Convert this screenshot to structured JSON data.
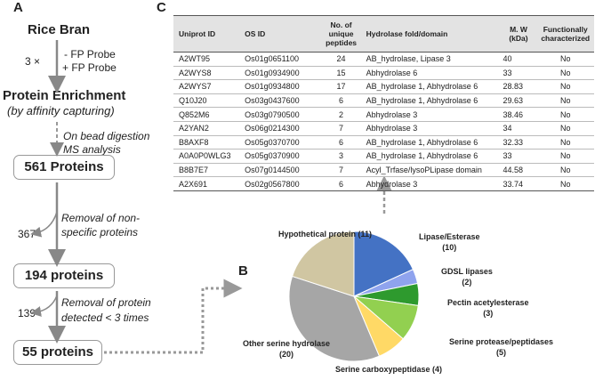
{
  "panels": {
    "a": "A",
    "b": "B",
    "c": "C"
  },
  "flow": {
    "rice_bran": "Rice Bran",
    "multiplier": "3 ×",
    "minus_probe": "- FP Probe",
    "plus_probe": "+ FP Probe",
    "protein_enrichment": "Protein Enrichment",
    "affinity_note": "(by affinity capturing)",
    "digestion_line1": "On bead digestion",
    "digestion_line2": "MS analysis",
    "box1": "561 Proteins",
    "removed1_count": "367",
    "removed1_line1": "Removal of non-",
    "removed1_line2": "specific proteins",
    "box2": "194 proteins",
    "removed2_count": "139",
    "removed2_line1": "Removal of protein",
    "removed2_line2": "detected < 3 times",
    "box3": "55 proteins"
  },
  "table": {
    "headers": {
      "uniprot": "Uniprot ID",
      "os": "OS ID",
      "peptides_l1": "No. of",
      "peptides_l2": "unique",
      "peptides_l3": "peptides",
      "fold": "Hydrolase fold/domain",
      "mw_l1": "M. W",
      "mw_l2": "(kDa)",
      "func_l1": "Functionally",
      "func_l2": "characterized"
    },
    "rows": [
      {
        "uniprot": "A2WT95",
        "os": "Os01g0651100",
        "peptides": "24",
        "fold": "AB_hydrolase, Lipase 3",
        "mw": "40",
        "func": "No"
      },
      {
        "uniprot": "A2WYS8",
        "os": "Os01g0934900",
        "peptides": "15",
        "fold": "Abhydrolase 6",
        "mw": "33",
        "func": "No"
      },
      {
        "uniprot": "A2WYS7",
        "os": "Os01g0934800",
        "peptides": "17",
        "fold": "AB_hydrolase 1,  Abhydrolase 6",
        "mw": "28.83",
        "func": "No"
      },
      {
        "uniprot": "Q10J20",
        "os": "Os03g0437600",
        "peptides": "6",
        "fold": "AB_hydrolase 1,  Abhydrolase 6",
        "mw": "29.63",
        "func": "No"
      },
      {
        "uniprot": "Q852M6",
        "os": "Os03g0790500",
        "peptides": "2",
        "fold": "Abhydrolase 3",
        "mw": "38.46",
        "func": "No"
      },
      {
        "uniprot": "A2YAN2",
        "os": "Os06g0214300",
        "peptides": "7",
        "fold": "Abhydrolase 3",
        "mw": "34",
        "func": "No"
      },
      {
        "uniprot": "B8AXF8",
        "os": "Os05g0370700",
        "peptides": "6",
        "fold": "AB_hydrolase 1,  Abhydrolase 6",
        "mw": "32.33",
        "func": "No"
      },
      {
        "uniprot": "A0A0P0WLG3",
        "os": "Os05g0370900",
        "peptides": "3",
        "fold": "AB_hydrolase 1,  Abhydrolase 6",
        "mw": "33",
        "func": "No"
      },
      {
        "uniprot": "B8B7E7",
        "os": "Os07g0144500",
        "peptides": "7",
        "fold": "Acyl_Trfase/lysoPLipase domain",
        "mw": "44.58",
        "func": "No"
      },
      {
        "uniprot": "A2X691",
        "os": "Os02g0567800",
        "peptides": "6",
        "fold": "Abhydrolase 3",
        "mw": "33.74",
        "func": "No"
      }
    ]
  },
  "pie": {
    "slices": [
      {
        "name": "Lipase/Esterase",
        "count": 10,
        "color": "#4472c4"
      },
      {
        "name": "GDSL lipases",
        "count": 2,
        "color": "#8fa3ee"
      },
      {
        "name": "Pectin acetylesterase",
        "count": 3,
        "color": "#2e9a2e"
      },
      {
        "name": "Serine protease/peptidases",
        "count": 5,
        "color": "#92d050"
      },
      {
        "name": "Serine carboxypeptidase",
        "count": 4,
        "color": "#ffd966"
      },
      {
        "name": "Other serine hydrolase",
        "count": 20,
        "color": "#a6a6a6"
      },
      {
        "name": "Hypothetical protein",
        "count": 11,
        "color": "#d0c6a2"
      }
    ],
    "labels": {
      "lipase_l1": "Lipase/Esterase",
      "lipase_l2": "(10)",
      "gdsl_l1": "GDSL lipases",
      "gdsl_l2": "(2)",
      "pectin_l1": "Pectin acetylesterase",
      "pectin_l2": "(3)",
      "protease_l1": "Serine protease/peptidases",
      "protease_l2": "(5)",
      "carboxy": "Serine carboxypeptidase (4)",
      "other_l1": "Other serine hydrolase",
      "other_l2": "(20)",
      "hypo": "Hypothetical protein (11)"
    }
  }
}
